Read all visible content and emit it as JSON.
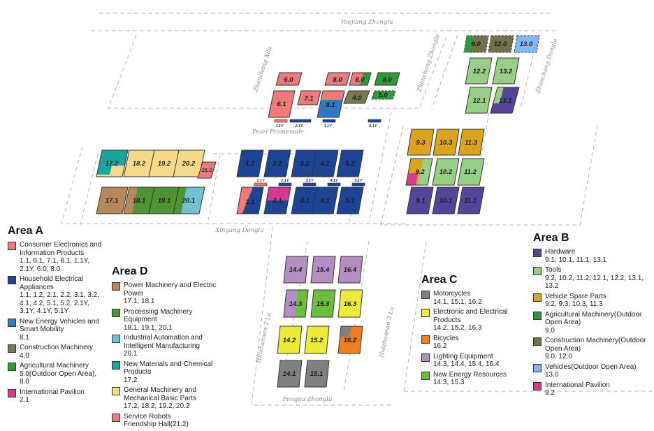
{
  "streets": {
    "top": "Yuejiang Zhonglu",
    "pearl": "Pearl Promenade",
    "xingang": "Xingang Donglu",
    "fengpu": "Fengpu Zhonglu",
    "xilu": "Zhanchang Xilu",
    "zhonglu": "Zhanchang Zhonglu",
    "donglu": "Zhanchang Donglu",
    "huizhannan2": "Huizhannan 2 Lu",
    "huizhannan3": "Huizhannan 3 Lu"
  },
  "colors": {
    "consumer": "#ee7a7a",
    "household": "#1d4596",
    "nev": "#2f78c4",
    "construction": "#7a7a4e",
    "agri": "#2c9a3a",
    "intl": "#d63a8d",
    "power": "#b8875a",
    "processing": "#4c9434",
    "automation": "#6fc2d4",
    "materials": "#1aa6a0",
    "general": "#f7d98a",
    "robots": "#ee7a7a",
    "motorcycles": "#808080",
    "electronic": "#eeea3a",
    "bicycles": "#f07d1e",
    "lighting": "#b48ec2",
    "newenergy": "#6cbd3c",
    "hardware": "#54449a",
    "tools": "#98cf86",
    "vsp": "#dba31e",
    "agri_b": "#2c9a3a",
    "constr_b": "#72724a",
    "vehicles": "#80b8f5",
    "intl_b": "#d63a8d"
  },
  "halls": {
    "h6_0": "6.0",
    "h8_0a": "8.0",
    "h8_0b": "8.0",
    "h8_0c": "8.0",
    "h6_1": "6.1",
    "h7_1": "7.1",
    "h8_1": "8.1",
    "h4_0": "4.0",
    "h5_0": "5.0",
    "m1_1y": "1.1Y",
    "m2_1y": "2.1Y",
    "m3_1y": "3.1Y",
    "m6_1y": "6.1Y",
    "h9_0": "9.0",
    "h12_0": "12.0",
    "h13_0": "13.0",
    "h12_2": "12.2",
    "h13_2": "13.2",
    "h12_1": "12.1",
    "h13_1": "13.1",
    "h9_3": "9.3",
    "h10_3": "10.3",
    "h11_3": "11.3",
    "h9_2": "9.2",
    "h10_2": "10.2",
    "h11_2": "11.2",
    "h9_1": "9.1",
    "h10_1": "10.1",
    "h11_1": "11.1",
    "h17_2": "17.2",
    "h18_2": "18.2",
    "h19_2": "19.2",
    "h20_2": "20.2",
    "h21_2": "21.2",
    "h17_1": "17.1",
    "h18_1": "18.1",
    "h19_1": "19.1",
    "h20_1": "20.1",
    "h1_2": "1.2",
    "h2_2": "2.2",
    "h3_2": "3.2",
    "h4_2": "4.2",
    "h5_2": "5.2",
    "m1_1y2": "1.1Y",
    "m2_1y2": "2.1Y",
    "m3_1y2": "3.1Y",
    "m4_1y": "4.1Y",
    "m5_1y": "5.1Y",
    "h1_1": "1.1",
    "h2_1": "2.1",
    "h3_1": "3.1",
    "h4_1": "4.1",
    "h5_1": "5.1",
    "h14_4": "14.4",
    "h15_4": "15.4",
    "h16_4": "16.4",
    "h14_3": "14.3",
    "h15_3": "15.3",
    "h16_3": "16.3",
    "h14_2": "14.2",
    "h15_2": "15.2",
    "h16_2": "16.2",
    "h14_1": "14.1",
    "h15_1": "15.1"
  },
  "areaA": {
    "title": "Area A",
    "items": [
      {
        "name": "Consumer Electronics and Information Products",
        "nums": "1.1, 6.1, 7.1, 8.1, 1.1Y, 2.1Y, 6.0, 8.0"
      },
      {
        "name": "Household Electrical Appliances",
        "nums": "1.1, 1.2, 2.1, 2.2, 3.1, 3.2, 4.1, 4.2, 5.1, 5.2, 2.1Y, 3.1Y, 4.1Y, 5.1Y"
      },
      {
        "name": "New Energy Vehicles and Smart Mobility",
        "nums": "8.1"
      },
      {
        "name": "Construction Machinery",
        "nums": "4.0"
      },
      {
        "name": "Agricultural Machinery",
        "nums": "5.0(Outdoor Open Area), 8.0"
      },
      {
        "name": "International Pavilion",
        "nums": "2.1"
      }
    ]
  },
  "areaD": {
    "title": "Area D",
    "items": [
      {
        "name": "Power Machinery and Electric Power",
        "nums": "17.1, 18.1"
      },
      {
        "name": "Processing Machinery Equipment",
        "nums": "18.1, 19.1, 20.1"
      },
      {
        "name": "Industrial Automation and Intelligent Manufacturing",
        "nums": "20.1"
      },
      {
        "name": "New Materials and Chemical Products",
        "nums": "17.2"
      },
      {
        "name": "General Machinery and Mechanical Basic Parts",
        "nums": "17.2, 18.2, 19.2, 20.2"
      },
      {
        "name": "Service Robots",
        "nums": "Friendship Hall(21.2)"
      }
    ]
  },
  "areaC": {
    "title": "Area C",
    "items": [
      {
        "name": "Motorcycles",
        "nums": "14.1, 15.1, 16.2"
      },
      {
        "name": "Electronic and Electrical Products",
        "nums": "14.2, 15.2, 16.3"
      },
      {
        "name": "Bicycles",
        "nums": "16.2"
      },
      {
        "name": "Lighting Equipment",
        "nums": "14.3, 14.4, 15.4, 16.4"
      },
      {
        "name": "New Energy Resources",
        "nums": "14.3, 15.3"
      }
    ]
  },
  "areaB": {
    "title": "Area B",
    "items": [
      {
        "name": "Hardware",
        "nums": "9.1, 10.1, 11.1, 13.1"
      },
      {
        "name": "Tools",
        "nums": "9.2, 10.2, 11.2, 12.1, 12.2, 13.1, 13.2"
      },
      {
        "name": "Vehicle Spare Parts",
        "nums": "9.2, 9.3, 10.3, 11.3"
      },
      {
        "name": "Agricultural Machinery(Outdoor Open Area)",
        "nums": "9.0"
      },
      {
        "name": "Construction Machinery(Outdoor Open Area)",
        "nums": "9.0, 12.0"
      },
      {
        "name": "Vehicles(Outdoor Open Area)",
        "nums": "13.0"
      },
      {
        "name": "International Pavilion",
        "nums": "9.2"
      }
    ]
  }
}
